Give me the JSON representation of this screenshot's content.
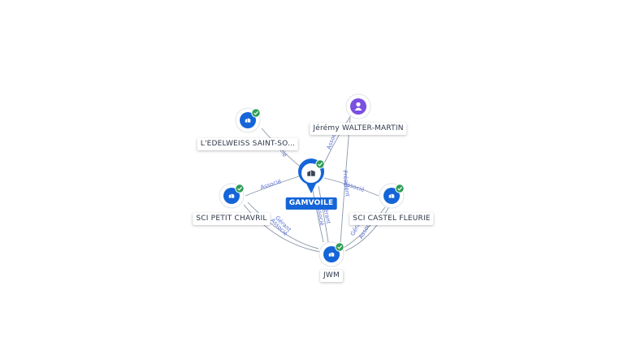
{
  "colors": {
    "company": "#1565d8",
    "person": "#7b4fe0",
    "check": "#2e9e55",
    "edge": "#8a97a8",
    "edge_label": "#5a6fd6"
  },
  "nodes": [
    {
      "id": "gamvoile",
      "label": "GAMVOILE",
      "kind": "center",
      "icon": "building-icon",
      "verified": true
    },
    {
      "id": "edelweiss",
      "label": "L'EDELWEISS SAINT-SO...",
      "kind": "company",
      "icon": "building-icon",
      "verified": true
    },
    {
      "id": "jeremy",
      "label": "Jérémy WALTER-MARTIN",
      "kind": "person",
      "icon": "person-icon",
      "verified": false
    },
    {
      "id": "petit_chavril",
      "label": "SCI PETIT CHAVRIL",
      "kind": "company",
      "icon": "building-icon",
      "verified": true
    },
    {
      "id": "castel_fleurie",
      "label": "SCI CASTEL FLEURIE",
      "kind": "company",
      "icon": "building-icon",
      "verified": true
    },
    {
      "id": "jwm",
      "label": "JWM",
      "kind": "company",
      "icon": "building-icon",
      "verified": true
    }
  ],
  "edges": [
    {
      "from": "edelweiss",
      "to": "gamvoile",
      "label": "Associé"
    },
    {
      "from": "jeremy",
      "to": "gamvoile",
      "label": "Associé"
    },
    {
      "from": "jeremy",
      "to": "jwm",
      "label": "Président"
    },
    {
      "from": "gamvoile",
      "to": "petit_chavril",
      "label": "Associé"
    },
    {
      "from": "gamvoile",
      "to": "castel_fleurie",
      "label": "Associé"
    },
    {
      "from": "jwm",
      "to": "gamvoile",
      "label": "Gérant"
    },
    {
      "from": "jwm",
      "to": "gamvoile",
      "label": "Associé"
    },
    {
      "from": "jwm",
      "to": "petit_chavril",
      "label": "Gérant"
    },
    {
      "from": "jwm",
      "to": "petit_chavril",
      "label": "Associé"
    },
    {
      "from": "jwm",
      "to": "castel_fleurie",
      "label": "Gérant"
    },
    {
      "from": "jwm",
      "to": "castel_fleurie",
      "label": "Associé"
    }
  ]
}
